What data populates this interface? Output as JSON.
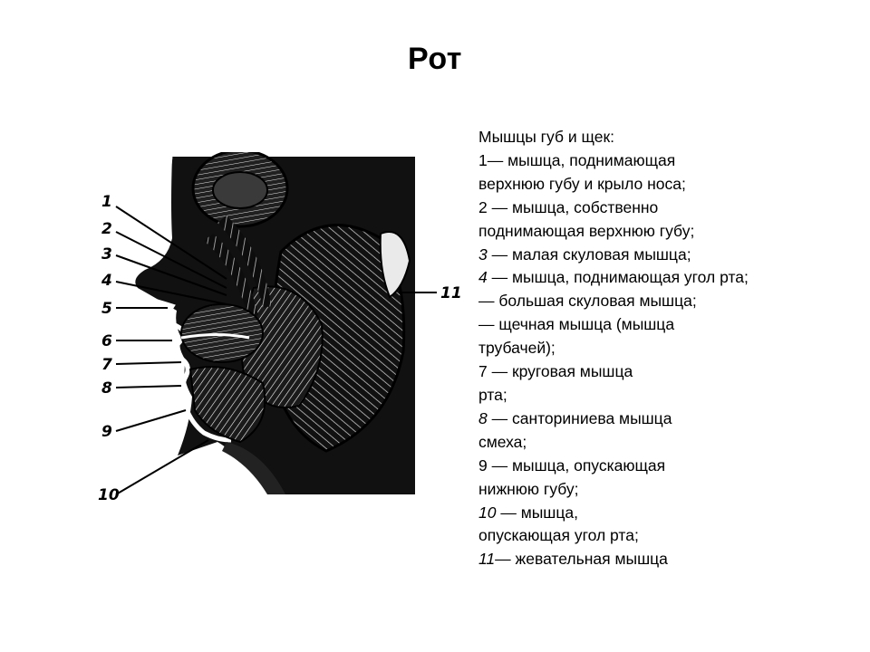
{
  "title": "Рот",
  "caption": {
    "heading": "Мышцы губ и щек:",
    "lines": [
      {
        "num": "",
        "text": "1— мышца, поднимающая"
      },
      {
        "num": "",
        "text": "верхнюю губу и крыло носа;"
      },
      {
        "num": "",
        "text": "2 — мышца, собственно"
      },
      {
        "num": "",
        "text": "поднимающая верхнюю губу;"
      },
      {
        "num": "3",
        "text": " — малая скуловая мышца;"
      },
      {
        "num": "4",
        "text": " — мышца, поднимающая угол рта;"
      },
      {
        "num": "",
        "text": "— большая скуловая мышца;"
      },
      {
        "num": "",
        "text": "— щечная мышца (мышца"
      },
      {
        "num": "",
        "text": "трубачей);"
      },
      {
        "num": "",
        "text": " 7 — круговая мышца"
      },
      {
        "num": "",
        "text": "рта;"
      },
      {
        "num": "8",
        "text": " — санториниева мышца"
      },
      {
        "num": "",
        "text": "смеха;"
      },
      {
        "num": "",
        "text": "9 — мышца, опускающая"
      },
      {
        "num": "",
        "text": "нижнюю губу;"
      },
      {
        "num": "10",
        "text": " — мышца,"
      },
      {
        "num": "",
        "text": "опускающая угол рта;"
      },
      {
        "num": "11",
        "text": "— жевательная мышца"
      }
    ]
  },
  "figure": {
    "labels": [
      "1",
      "2",
      "3",
      "4",
      "5",
      "6",
      "7",
      "8",
      "9",
      "10",
      "11"
    ]
  }
}
